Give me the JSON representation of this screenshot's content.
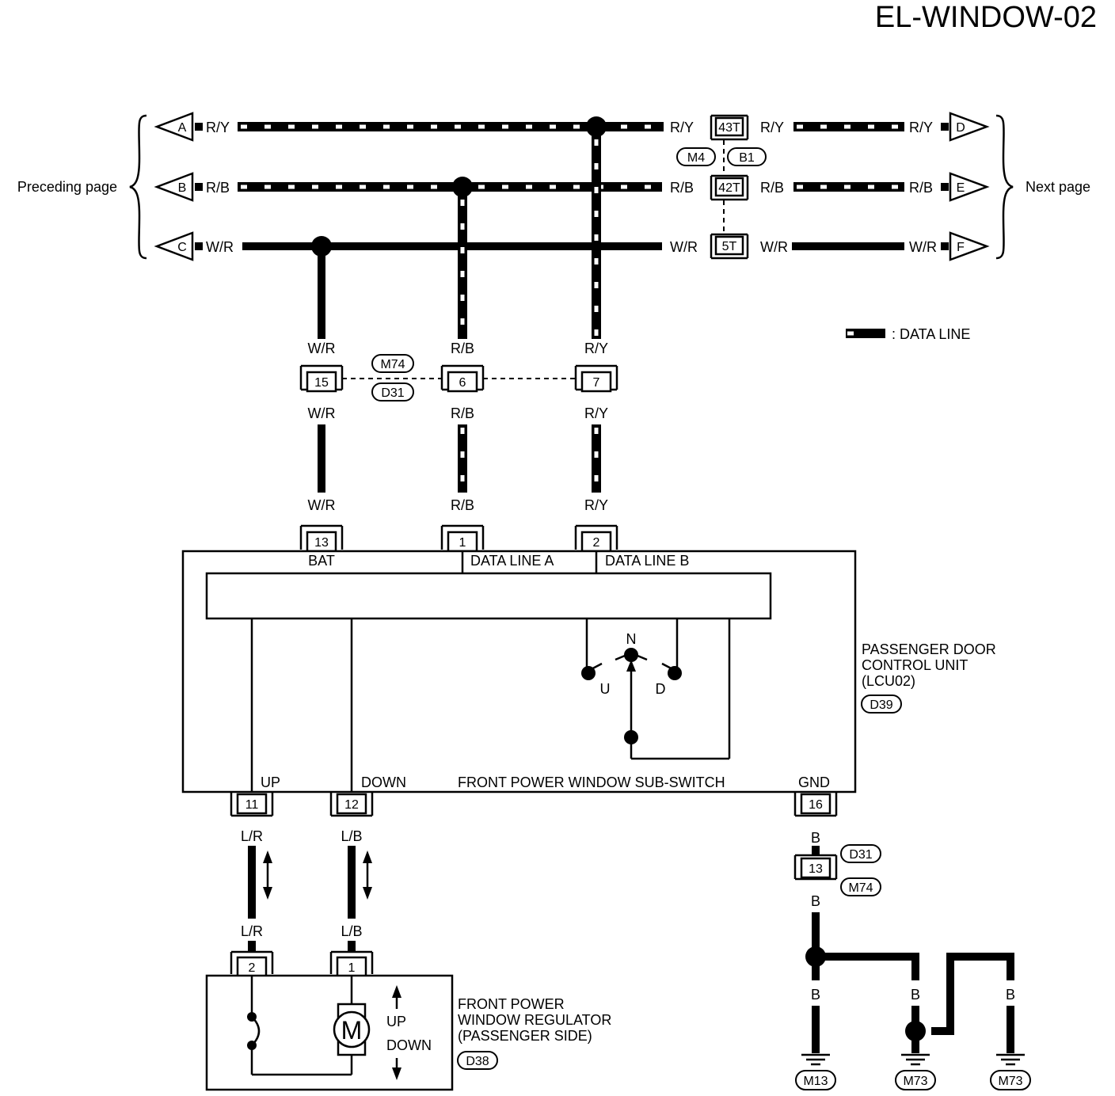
{
  "title": "EL-WINDOW-02",
  "nav": {
    "preceding": "Preceding page",
    "next": "Next page",
    "left_arrows": [
      "A",
      "B",
      "C"
    ],
    "right_arrows": [
      "D",
      "E",
      "F"
    ]
  },
  "wires": {
    "ry": "R/Y",
    "rb": "R/B",
    "wr": "W/R",
    "lr": "L/R",
    "lb": "L/B",
    "b": "B"
  },
  "connectors": {
    "c43t": "43T",
    "c42t": "42T",
    "c5t": "5T",
    "m4": "M4",
    "b1": "B1",
    "m74": "M74",
    "d31": "D31",
    "j15": "15",
    "j6": "6",
    "j7": "7",
    "p13": "13",
    "p1": "1",
    "p2": "2",
    "p11": "11",
    "p12": "12",
    "p16": "16",
    "j13": "13",
    "r2": "2",
    "r1": "1"
  },
  "legend": {
    "data_line": ": DATA LINE"
  },
  "unit": {
    "bat": "BAT",
    "data_line_a": "DATA LINE A",
    "data_line_b": "DATA LINE B",
    "name_line1": "PASSENGER DOOR",
    "name_line2": "CONTROL UNIT",
    "name_line3": "(LCU02)",
    "code": "D39",
    "switch_n": "N",
    "switch_u": "U",
    "switch_d": "D",
    "up": "UP",
    "down": "DOWN",
    "sub_switch": "FRONT POWER WINDOW SUB-SWITCH",
    "gnd": "GND"
  },
  "regulator": {
    "motor": "M",
    "up": "UP",
    "down": "DOWN",
    "name_line1": "FRONT POWER",
    "name_line2": "WINDOW REGULATOR",
    "name_line3": "(PASSENGER SIDE)",
    "code": "D38"
  },
  "grounds": [
    "M13",
    "M73",
    "M73"
  ]
}
